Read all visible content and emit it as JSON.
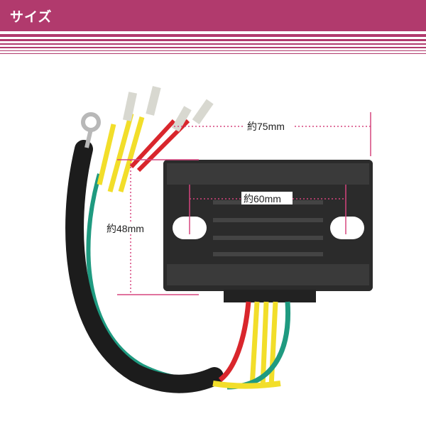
{
  "header": {
    "title": "サイズ"
  },
  "colors": {
    "accent": "#b13a6d",
    "dimension": "#d6457e",
    "body": "#2b2b2b"
  },
  "dimensions": {
    "width_outer": "約75mm",
    "width_holes": "約60mm",
    "height": "約48mm"
  }
}
